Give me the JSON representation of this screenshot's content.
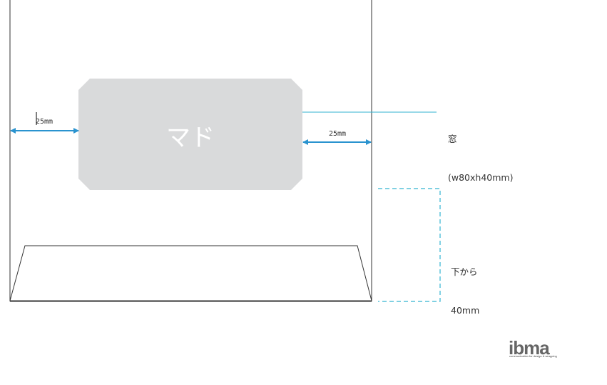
{
  "diagram": {
    "window_label": "マド",
    "left_margin_label": "25mm",
    "right_margin_label": "25mm",
    "window_note_title": "窓",
    "window_note_size": "(w80xh40mm)",
    "bottom_note_line1": "下から",
    "bottom_note_line2": "40mm"
  },
  "colors": {
    "outline": "#333333",
    "window_fill": "#d9dadb",
    "dimension_arrow": "#2a93cf",
    "leader_line": "#33b3d1"
  },
  "logo": {
    "mark": "ibma",
    "tagline": "communication for design & wrapping"
  }
}
